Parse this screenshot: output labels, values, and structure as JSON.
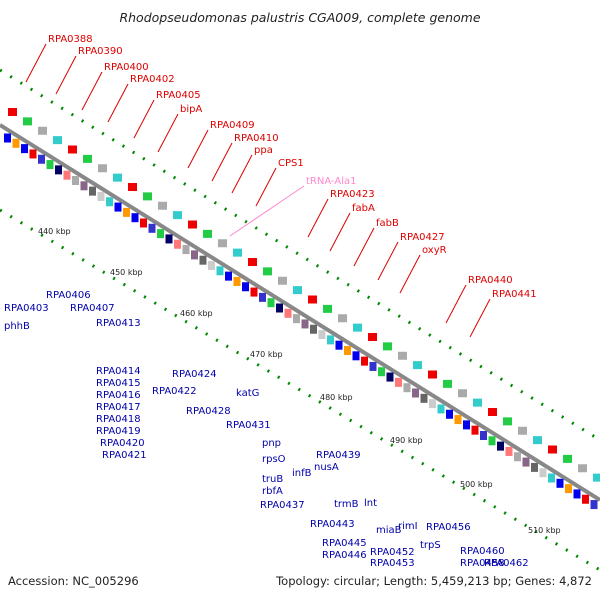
{
  "title": "Rhodopseudomonas palustris CGA009, complete genome",
  "footer": {
    "accession": "Accession: NC_005296",
    "summary": "Topology: circular; Length: 5,459,213 bp; Genes: 4,872"
  },
  "colors": {
    "forward_label": "#dd0000",
    "reverse_label": "#0000aa",
    "rna_label": "#ff88cc",
    "backbone": "#888888",
    "tick_mark": "#008800"
  },
  "kbp_ticks": [
    "440 kbp",
    "450 kbp",
    "460 kbp",
    "470 kbp",
    "480 kbp",
    "490 kbp",
    "500 kbp",
    "510 kbp"
  ],
  "forward_labels": [
    "RPA0388",
    "RPA0390",
    "RPA0400",
    "RPA0402",
    "RPA0405",
    "bipA",
    "RPA0409",
    "RPA0410",
    "ppa",
    "CPS1",
    "RPA0423",
    "fabA",
    "fabB",
    "RPA0427",
    "oxyR",
    "RPA0440",
    "RPA0441"
  ],
  "rna_labels": [
    "tRNA-Ala1"
  ],
  "reverse_labels": [
    "RPA0403",
    "phhB",
    "RPA0406",
    "RPA0407",
    "RPA0413",
    "RPA0414",
    "RPA0415",
    "RPA0416",
    "RPA0417",
    "RPA0418",
    "RPA0419",
    "RPA0420",
    "RPA0421",
    "RPA0422",
    "RPA0424",
    "katG",
    "RPA0428",
    "RPA0431",
    "pnp",
    "rpsO",
    "truB",
    "rbfA",
    "infB",
    "nusA",
    "RPA0437",
    "RPA0439",
    "RPA0443",
    "trmB",
    "lnt",
    "miaB",
    "RPA0445",
    "RPA0446",
    "rimI",
    "RPA0452",
    "RPA0453",
    "trpS",
    "RPA0456",
    "RPA0458",
    "RPA0460",
    "RPA0462"
  ]
}
